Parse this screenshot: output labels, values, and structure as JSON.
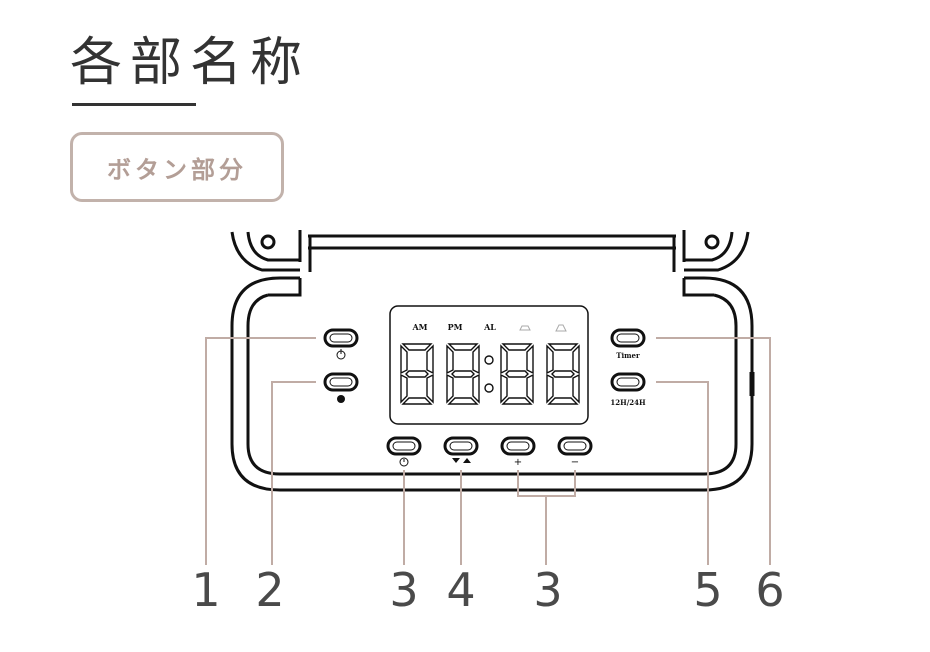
{
  "page": {
    "title": "各部名称",
    "section_label": "ボタン部分"
  },
  "display": {
    "indicators": {
      "am": "AM",
      "pm": "PM",
      "al": "AL"
    },
    "digits": "88:88"
  },
  "buttons": {
    "timer_label": "Timer",
    "hour_mode_label": "12H/24H",
    "plus_symbol": "+",
    "minus_symbol": "−"
  },
  "callouts": {
    "n1": "1",
    "n2": "2",
    "n3a": "3",
    "n4": "4",
    "n3b": "3",
    "n5": "5",
    "n6": "6"
  },
  "colors": {
    "leader_line": "#c0aca5",
    "badge_border": "#c2b2ab",
    "badge_text": "#b39e96",
    "outline": "#111111"
  }
}
